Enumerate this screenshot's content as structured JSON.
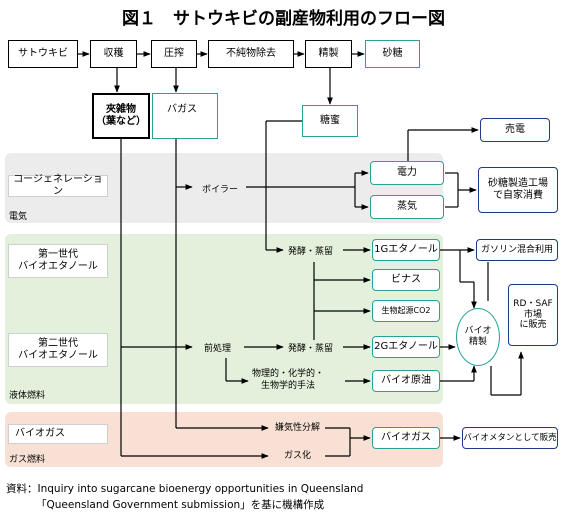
{
  "title": "図１　サトウキビの副産物利用のフロー図",
  "top_row": {
    "sugarcane": "サトウキビ",
    "harvest": "収穫",
    "pressing": "圧搾",
    "impurity_removal": "不純物除去",
    "refining": "精製",
    "sugar": "砂糖"
  },
  "residues": {
    "trash": "夾雑物\n（葉など）",
    "bagasse": "バガス",
    "molasses": "糖蜜"
  },
  "sectors": {
    "cogeneration": "コージェネレーション",
    "electricity": "電気",
    "first_gen": "第一世代\nバイオエタノール",
    "second_gen": "第二世代\nバイオエタノール",
    "liquid_fuel": "液体燃料",
    "biogas": "バイオガス",
    "gas_fuel": "ガス燃料"
  },
  "process": {
    "boiler": "ボイラー",
    "fermentation_1": "発酵・蒸留",
    "fermentation_2": "発酵・蒸留",
    "pretreatment": "前処理",
    "physchem": "物理的・化学的・\n生物学的手法",
    "anaerobic": "嫌気性分解",
    "gasification": "ガス化"
  },
  "products": {
    "power": "電力",
    "steam": "蒸気",
    "ethanol_1g": "1Gエタノール",
    "vinasse": "ビナス",
    "bio_co2": "生物起源CO2",
    "ethanol_2g": "2Gエタノール",
    "bio_crude": "バイオ原油",
    "biogas_out": "バイオガス",
    "bio_refining": "バイオ\n精製"
  },
  "outputs": {
    "power_sale": "売電",
    "mill_use": "砂糖製造工場\nで自家消費",
    "gasoline_blend": "ガソリン混合利用",
    "rd_saf": "RD・SAF\n市場\nに販売",
    "biomethane": "バイオメタンとして販売"
  },
  "source": {
    "line1": "資料：Inquiry into sugarcane bioenergy opportunities in Queensland",
    "line2": "「Queensland Government submission」を基に機構作成"
  },
  "colors": {
    "teal": "#2aa198",
    "navy": "#1e3a8a",
    "gray_band": "#ececec",
    "green_band": "#e3f1dc",
    "pink_band": "#f8e1d4"
  }
}
